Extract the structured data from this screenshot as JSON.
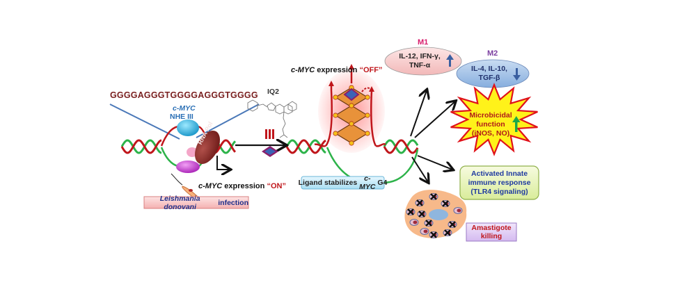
{
  "promoter": {
    "sequence": "GGGGAGGGTGGGGAGGGTGGGG",
    "gene_italic": "c-MYC",
    "region": "NHE III",
    "rna_pol_label": "RNA Pol"
  },
  "expression_on": {
    "gene_italic": "c-MYC",
    "text": " expression ",
    "state": "“ON”"
  },
  "infection_box": {
    "species_italic": "Leishmania donovani",
    "text": " infection"
  },
  "ligand": {
    "name": "IQ2",
    "stabilizes_text": "Ligand stabilizes ",
    "stabilizes_gene_italic": "c-MYC",
    "stabilizes_suffix": " G4"
  },
  "expression_off": {
    "gene_italic": "c-MYC",
    "text": " expression ",
    "state": "“OFF”"
  },
  "m1": {
    "label": "M1",
    "line1": "IL-12, IFN-γ,",
    "line2": "TNF-α",
    "trend": "up"
  },
  "m2": {
    "label": "M2",
    "line1": "IL-4, IL-10,",
    "line2": "TGF-β",
    "trend": "down"
  },
  "microbicidal": {
    "line1": "Microbicidal",
    "line2": "function",
    "line3": "(iNOS, NO)",
    "trend": "up"
  },
  "innate": {
    "line1": "Activated Innate",
    "line2": "immune response",
    "line3": "(TLR4 signaling)"
  },
  "amastigote": {
    "line1": "Amastigote",
    "line2": "killing"
  },
  "colors": {
    "dna_red": "#c0161b",
    "dna_green": "#2db34a",
    "title_blue": "#2a6fb5",
    "seq_brown": "#7a2020",
    "state_red": "#c0161b",
    "m1_pink": "#d81b6b",
    "m2_purple": "#7b3fa0",
    "text_navy": "#1f2f8a"
  }
}
